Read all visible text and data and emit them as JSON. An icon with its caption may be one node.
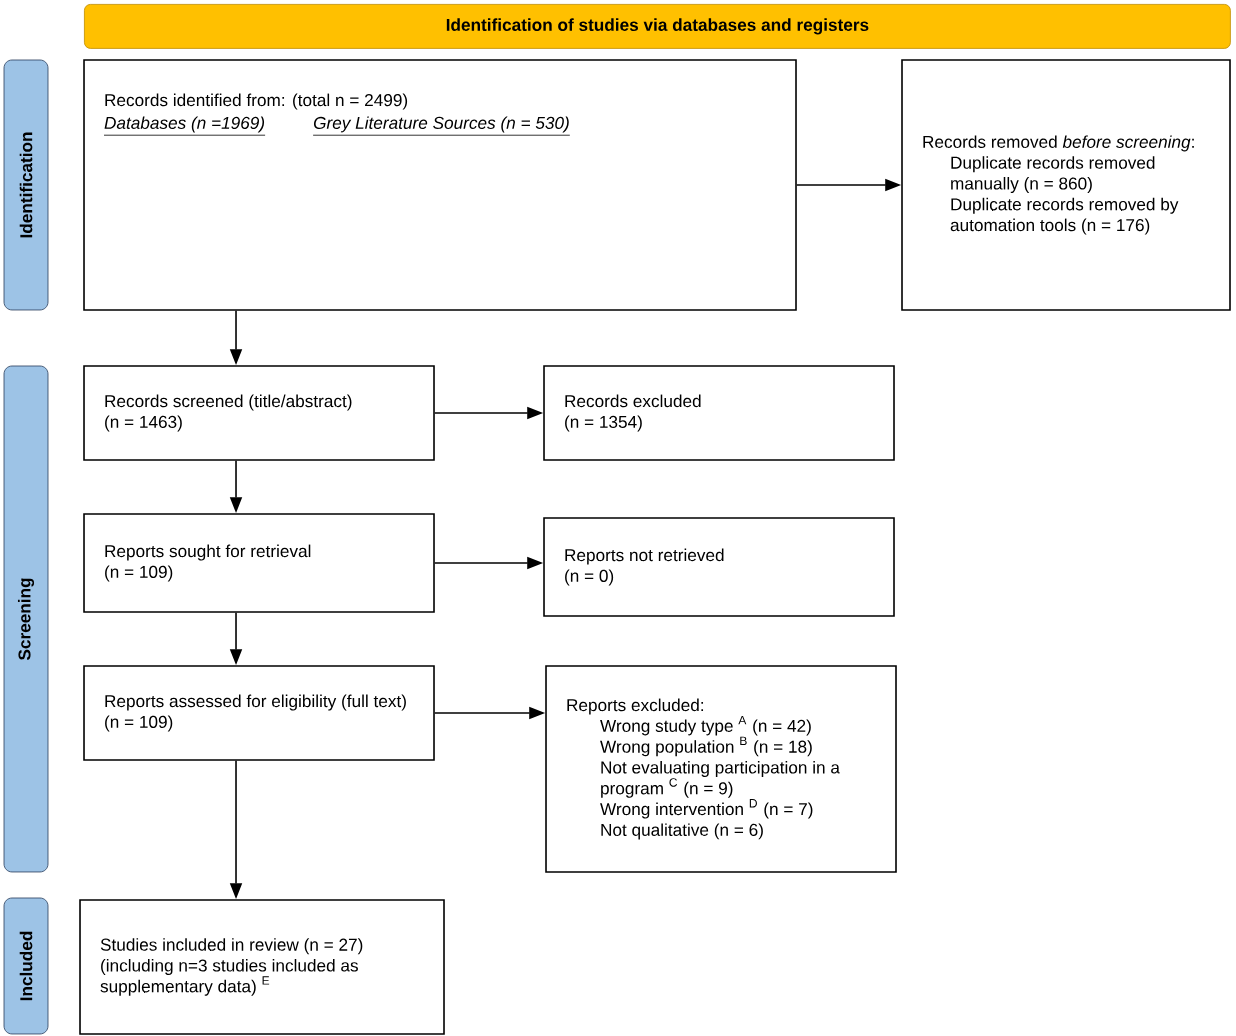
{
  "diagram": {
    "title": "Identification of studies via databases and registers",
    "nodes": [
      {
        "text": [
          "Identification"
        ]
      },
      {
        "text": [
          "Screening"
        ]
      },
      {
        "text": [
          "Included"
        ]
      },
      {
        "text": [
          "Records identified from: (total n = 2499)",
          "Databases (n =1969)",
          "Grey Literature Sources (n = 530)"
        ]
      },
      {
        "text": [
          "Records removed *before screening*:",
          "Duplicate records removed manually (n = 860)",
          "Duplicate records removed by automation tools (n = 176)"
        ]
      },
      {
        "text": [
          "Records screened (title/abstract)",
          "(n = 1463)"
        ]
      },
      {
        "text": [
          "Records excluded",
          "(n = 1354)"
        ]
      },
      {
        "text": [
          "Reports sought for retrieval",
          "(n = 109)"
        ]
      },
      {
        "text": [
          "Reports not retrieved",
          "(n = 0)"
        ]
      },
      {
        "text": [
          "Reports assessed for eligibility (full text)",
          "(n = 109)"
        ]
      },
      {
        "text": [
          "Reports excluded:",
          "Wrong study type $^{A}$ (n = 42)",
          "Wrong population $^{B}$ (n = 18)",
          "Not evaluating participation in a program $^{C}$ (n = 9)",
          "Wrong intervention $^{D}$ (n = 7)",
          "Not qualitative (n = 6)"
        ]
      },
      {
        "text": [
          "Studies included in review (n = 27)",
          "(including n=3 studies included as supplementary data) $^{E}$"
        ]
      }
    ],
    "edges": [
      {
        "from": 3,
        "to": 4,
        "arrow": "to"
      },
      {
        "from": 3,
        "to": 5,
        "arrow": "to"
      },
      {
        "from": 5,
        "to": 6,
        "arrow": "to"
      },
      {
        "from": 5,
        "to": 7,
        "arrow": "to"
      },
      {
        "from": 7,
        "to": 8,
        "arrow": "to"
      },
      {
        "from": 7,
        "to": 9,
        "arrow": "to"
      },
      {
        "from": 9,
        "to": 10,
        "arrow": "to"
      },
      {
        "from": 9,
        "to": 11,
        "arrow": "to"
      }
    ]
  }
}
